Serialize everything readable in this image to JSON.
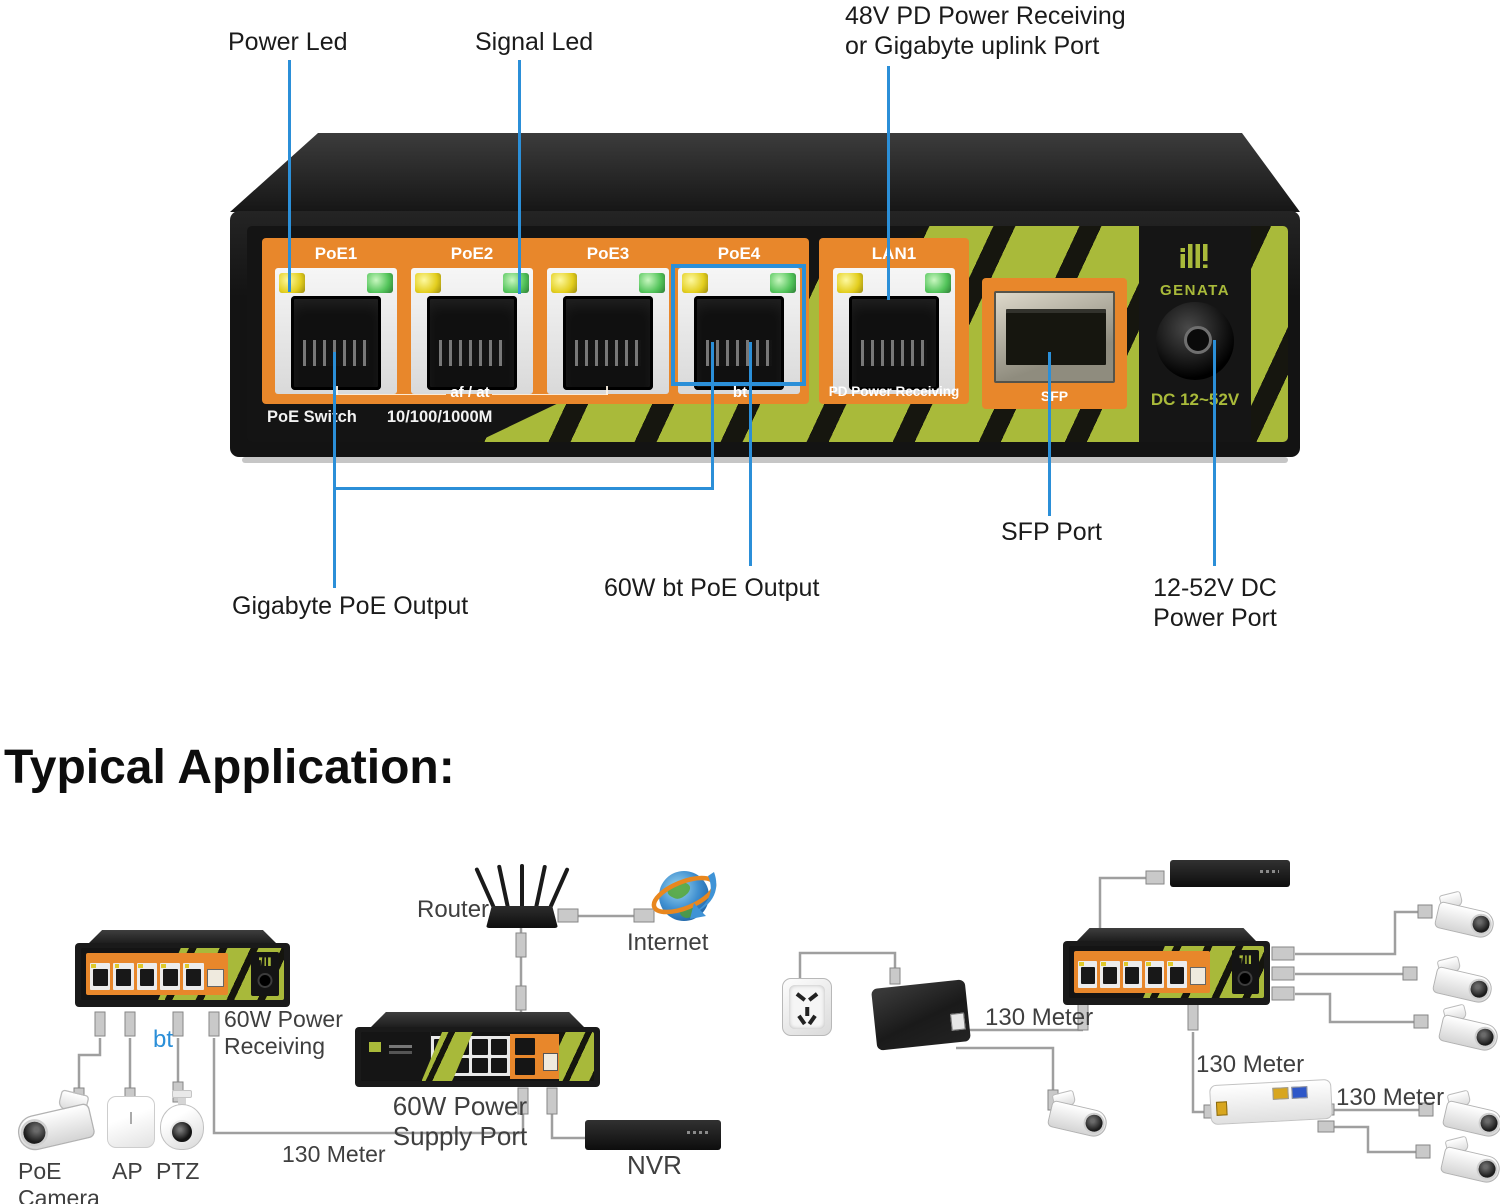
{
  "product": {
    "callout_power_led": "Power Led",
    "callout_signal_led": "Signal Led",
    "callout_uplink_l1": "48V PD Power Receiving",
    "callout_uplink_l2": "or Gigabyte uplink Port",
    "callout_gigabyte_poe": "Gigabyte PoE Output",
    "callout_bt_poe": "60W bt PoE Output",
    "callout_sfp": "SFP Port",
    "callout_dc_l1": "12-52V DC",
    "callout_dc_l2": "Power Port",
    "panel": {
      "port1": "PoE1",
      "port2": "PoE2",
      "port3": "PoE3",
      "port4": "PoE4",
      "lan": "LAN1",
      "af_at": "af / at",
      "bt": "bt",
      "pd_receiving": "PD Power Receiving",
      "sfp": "SFP",
      "brand": "GENATA",
      "dc_rating": "DC 12~52V",
      "model": "PoE Switch",
      "speed": "10/100/1000M"
    }
  },
  "application": {
    "heading": "Typical Application:",
    "left": {
      "bt": "bt",
      "receiving_l1": "60W Power",
      "receiving_l2": "Receiving",
      "camera_l1": "PoE",
      "camera_l2": "Camera",
      "ap": "AP",
      "ptz": "PTZ",
      "meter": "130 Meter"
    },
    "center": {
      "router": "Router",
      "internet": "Internet",
      "supply_l1": "60W Power",
      "supply_l2": "Supply Port",
      "nvr": "NVR"
    },
    "right": {
      "meter_injector": "130 Meter",
      "meter_extender_top": "130 Meter",
      "meter_extender_right": "130 Meter"
    }
  }
}
